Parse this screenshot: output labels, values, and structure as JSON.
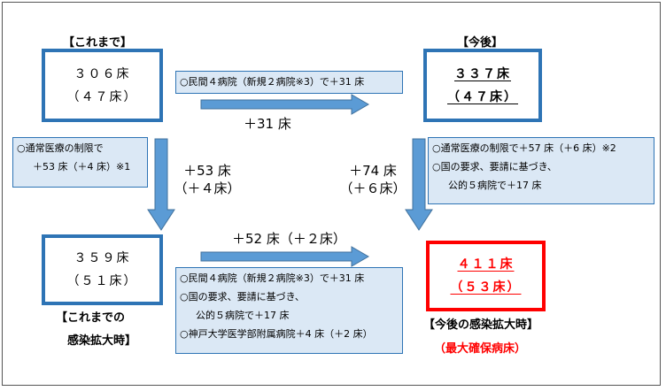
{
  "colors": {
    "accent": "#2e74b5",
    "arrow": "#5b9bd5",
    "alert": "#ff0000",
    "note_bg": "#dbe8f5"
  },
  "before": {
    "heading": "【これまで】",
    "line1": "３０６床",
    "line2": "（４７床）"
  },
  "after": {
    "heading": "【今後】",
    "line1": "３３７床",
    "line2": "（４７床）"
  },
  "before_expanded": {
    "heading_line1": "【これまでの",
    "heading_line2": "感染拡大時】",
    "line1": "３５９床",
    "line2": "（５１床）"
  },
  "after_expanded": {
    "heading_line1": "【今後の感染拡大時】",
    "heading_line2": "（最大確保病床）",
    "line1": "４１１床",
    "line2": "（５３床）"
  },
  "notes": {
    "top": [
      "○民間４病院（新規２病院※3）で＋31 床"
    ],
    "left": [
      "○通常医療の制限で",
      "＋53 床（＋4 床）※1"
    ],
    "right": [
      "○通常医療の制限で＋57 床（＋6 床）※2",
      "○国の要求、要請に基づき、",
      "公的５病院で＋17 床"
    ],
    "bottom": [
      "○民間４病院（新規２病院※3）で＋31 床",
      "○国の要求、要請に基づき、",
      "公的５病院で＋17 床",
      "○神戸大学医学部附属病院＋4 床（＋2 床）"
    ]
  },
  "arrows": {
    "top_label": "＋31 床",
    "left_label_1": "＋53 床",
    "left_label_2": "（＋４床）",
    "right_label_1": "＋74 床",
    "right_label_2": "（＋６床）",
    "bottom_label": "＋52 床（＋２床）"
  }
}
